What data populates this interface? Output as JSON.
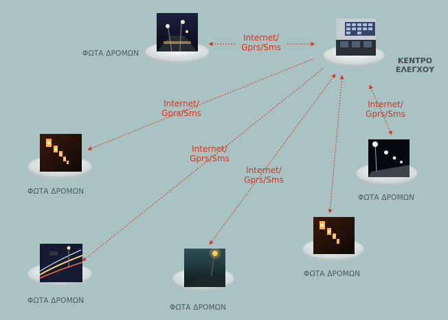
{
  "nodes": {
    "street_light_label": "ΦΩΤΑ ΔΡΟΜΩΝ"
  },
  "control_center": {
    "label_line1": "ΚΕΝΤΡΟ",
    "label_line2": "ΕΛΕΓΧΟΥ"
  },
  "links": {
    "line1": "Internet/",
    "line2": "Gprs/Sms"
  },
  "colors": {
    "background": "#a9c2c4",
    "link": "#d8321a",
    "label": "#4a5a5c"
  },
  "icons": [
    "street-light-photo-icon",
    "control-room-photo-icon",
    "pedestal-icon"
  ]
}
